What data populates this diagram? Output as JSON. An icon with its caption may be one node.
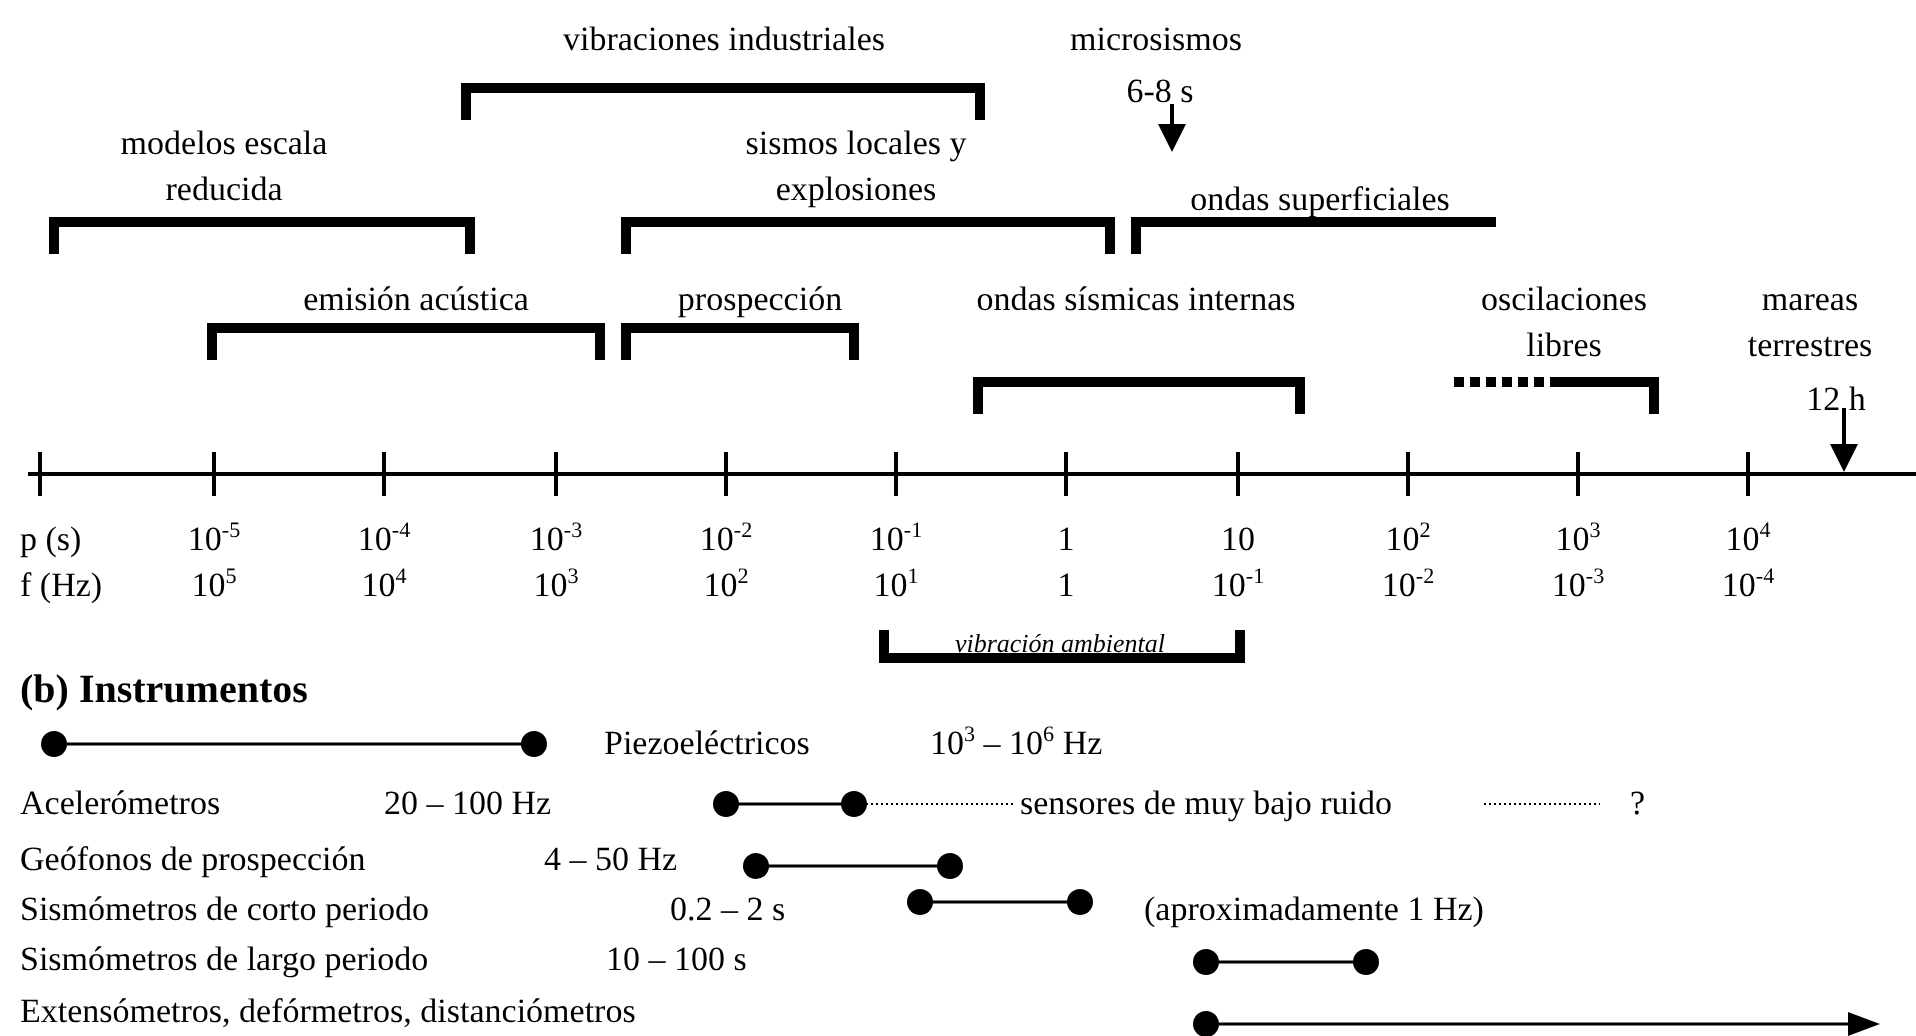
{
  "diagram": {
    "labels": [
      "vibraciones industriales",
      "microsismos",
      "6-8 s",
      "modelos escala reducida",
      "sismos locales y explosiones",
      "ondas superficiales",
      "emisión acústica",
      "prospección",
      "ondas sísmicas internas",
      "oscilaciones libres",
      "mareas terrestres",
      "12 h",
      "p (s)",
      "10$^{-5}$",
      "10$^{-4}$",
      "10$^{-3}$",
      "10$^{-2}$",
      "10$^{-1}$",
      "1",
      "10",
      "10$^{2}$",
      "10$^{3}$",
      "10$^{4}$",
      "f (Hz)",
      "10$^{5}$",
      "10$^{4}$",
      "10$^{3}$",
      "10$^{2}$",
      "10$^{1}$",
      "1",
      "10$^{-1}$",
      "10$^{-2}$",
      "10$^{-3}$",
      "10$^{-4}$",
      "vibración ambiental",
      "(b) Instrumentos",
      "Piezoeléctricos",
      "10$^{3}$ – 10$^{6}$ Hz",
      "Acelerómetros",
      "20 – 100 Hz",
      "sensores de muy bajo ruido",
      "?",
      "Geófonos de prospección",
      "4 – 50 Hz",
      "Sismómetros de corto periodo",
      "0.2 – 2 s",
      "(aproximadamente 1 Hz)",
      "Sismómetros de largo periodo",
      "10 – 100 s",
      "Extensómetros, defórmetros, distanciómetros"
    ]
  }
}
